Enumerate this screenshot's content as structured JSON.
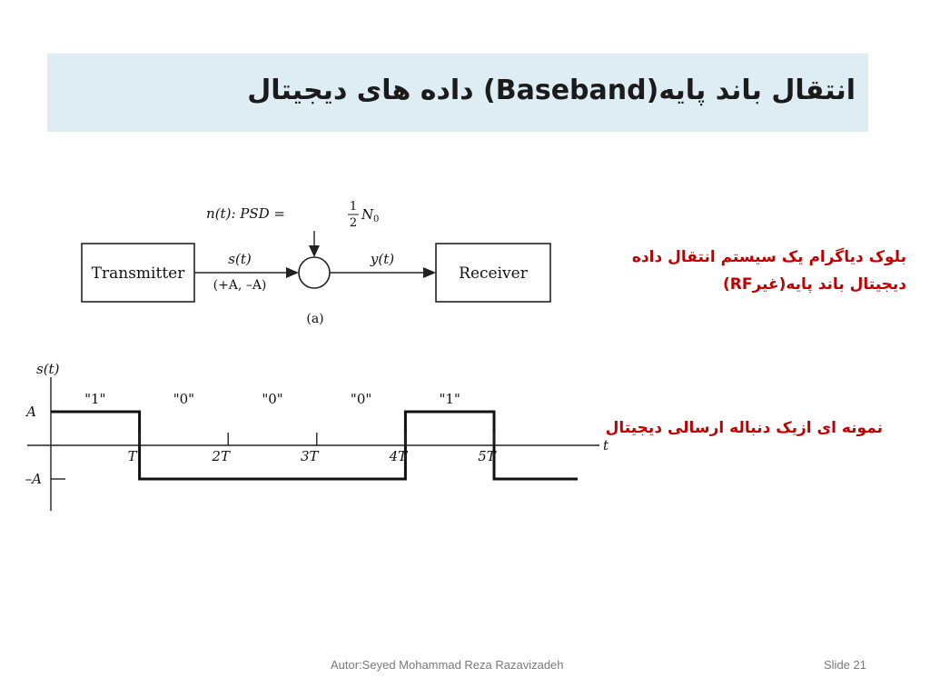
{
  "slide": {
    "title": "انتقال باند پایه(Baseband) داده های دیجیتال",
    "caption_block": "بلوک دیاگرام یک سیستم انتقال داده دیجیتال باند پایه(غیرRF)",
    "caption_sequence": "نمونه ای ازیک دنباله ارسالی دیجیتال",
    "footer_author": "Autor:Seyed Mohammad Reza Razavizadeh",
    "footer_slide": "Slide 21"
  },
  "diagram": {
    "transmitter_label": "Transmitter",
    "receiver_label": "Receiver",
    "noise_label": "n(t):  PSD =",
    "noise_frac_num": "1",
    "noise_frac_den": "2",
    "noise_n0": "N",
    "noise_n0_sub": "0",
    "input_signal": "s(t)",
    "input_levels": "(+A, –A)",
    "output_signal": "y(t)",
    "part_label": "(a)"
  },
  "waveform": {
    "y_axis_label": "s(t)",
    "x_axis_label": "t",
    "level_high": "A",
    "level_low": "–A",
    "bits": [
      "\"1\"",
      "\"0\"",
      "\"0\"",
      "\"0\"",
      "\"1\""
    ],
    "ticks": [
      "T",
      "2T",
      "3T",
      "4T",
      "5T"
    ],
    "levels": [
      1,
      -1,
      -1,
      -1,
      1,
      -1
    ]
  }
}
